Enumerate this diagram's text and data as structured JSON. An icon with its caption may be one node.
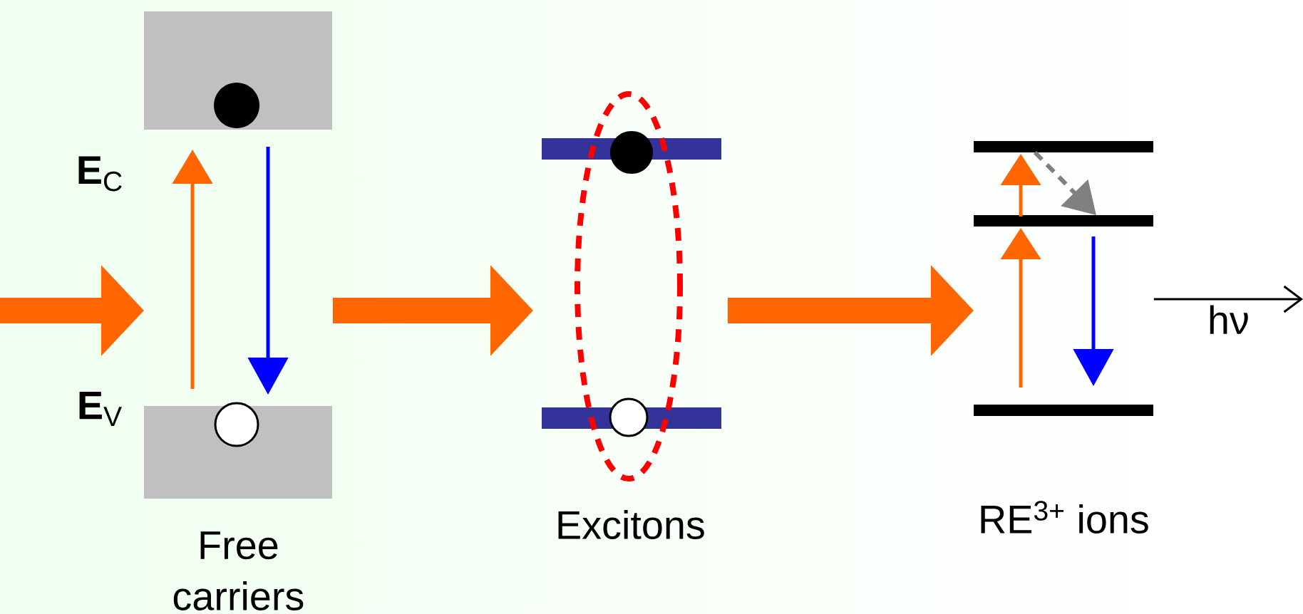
{
  "diagram": {
    "nodes": [
      {
        "text": [
          "Free carriers"
        ],
        "beside": [
          "**E**$_{C}$",
          "**E**$_{V}$"
        ]
      },
      {
        "text": [
          "Excitons"
        ]
      },
      {
        "text": [
          "RE$^{3+}$ ions"
        ]
      }
    ],
    "edges": [
      {
        "from": null,
        "to": 0,
        "arrow": "to"
      },
      {
        "from": 0,
        "to": 1,
        "arrow": "to"
      },
      {
        "from": 1,
        "to": 2,
        "arrow": "to"
      },
      {
        "from": 2,
        "to": null,
        "arrow": "to",
        "label": "hν",
        "color": "#000000"
      }
    ]
  }
}
